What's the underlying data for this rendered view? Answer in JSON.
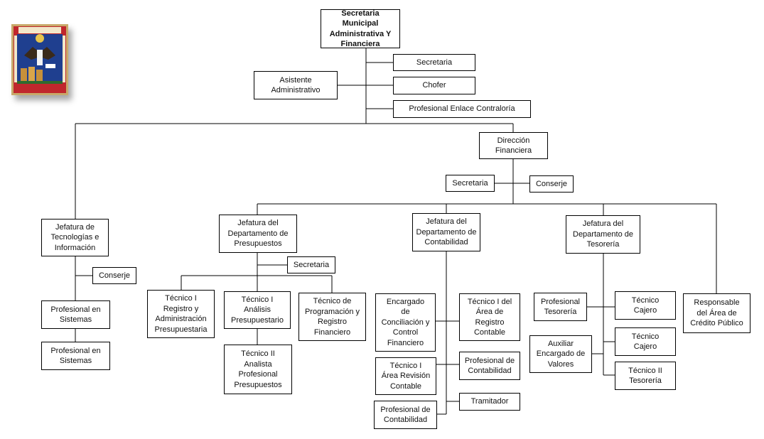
{
  "logo": {
    "name": "municipal-coat-of-arms",
    "colors": {
      "frame": "#c8a96a",
      "field": "#c0272d",
      "shield": "#1f3f8f",
      "accent": "#e6c44c"
    }
  },
  "nodes": [
    {
      "id": "secretaria-municipal",
      "label": "Secretaria Municipal\nAdministrativa Y\nFinanciera"
    },
    {
      "id": "secretaria-top",
      "label": "Secretaria"
    },
    {
      "id": "asistente-administrativo",
      "label": "Asistente\nAdministrativo"
    },
    {
      "id": "chofer",
      "label": "Chofer"
    },
    {
      "id": "profesional-enlace-contraloria",
      "label": "Profesional Enlace Contraloría"
    },
    {
      "id": "direccion-financiera",
      "label": "Dirección\nFinanciera"
    },
    {
      "id": "secretaria-direccion",
      "label": "Secretaria"
    },
    {
      "id": "conserje-direccion",
      "label": "Conserje"
    },
    {
      "id": "jefatura-tecnologias",
      "label": "Jefatura de\nTecnologías e\nInformación"
    },
    {
      "id": "conserje-tecnologias",
      "label": "Conserje"
    },
    {
      "id": "profesional-sistemas-1",
      "label": "Profesional en\nSistemas"
    },
    {
      "id": "profesional-sistemas-2",
      "label": "Profesional en\nSistemas"
    },
    {
      "id": "jefatura-presupuestos",
      "label": "Jefatura del\nDepartamento de\nPresupuestos"
    },
    {
      "id": "secretaria-presupuestos",
      "label": "Secretaria"
    },
    {
      "id": "tecnico-registro-administracion",
      "label": "Técnico I\nRegistro y\nAdministración\nPresupuestaria"
    },
    {
      "id": "tecnico-analisis",
      "label": "Técnico I\nAnálisis\nPresupuestario"
    },
    {
      "id": "tecnico-programacion",
      "label": "Técnico  de\nProgramación y\nRegistro\nFinanciero"
    },
    {
      "id": "tecnico-analista",
      "label": "Técnico II\nAnalista\nProfesional\nPresupuestos"
    },
    {
      "id": "jefatura-contabilidad",
      "label": "Jefatura del\nDepartamento de\nContabilidad"
    },
    {
      "id": "encargado-conciliacion",
      "label": "Encargado\nde\nConciliación y\nControl\nFinanciero"
    },
    {
      "id": "tecnico-registro-contable",
      "label": "Técnico I del\nÁrea de\nRegistro\nContable"
    },
    {
      "id": "tecnico-revision",
      "label": "Técnico I\nÁrea Revisión\nContable"
    },
    {
      "id": "profesional-contabilidad-right",
      "label": "Profesional de\nContabilidad"
    },
    {
      "id": "tramitador",
      "label": "Tramitador"
    },
    {
      "id": "profesional-contabilidad-left",
      "label": "Profesional de\nContabilidad"
    },
    {
      "id": "jefatura-tesoreria",
      "label": "Jefatura del\nDepartamento de\nTesorería"
    },
    {
      "id": "profesional-tesoreria",
      "label": "Profesional\nTesorería"
    },
    {
      "id": "tecnico-cajero-1",
      "label": "Técnico\nCajero"
    },
    {
      "id": "auxiliar-valores",
      "label": "Auxiliar\nEncargado de\nValores"
    },
    {
      "id": "tecnico-cajero-2",
      "label": "Técnico\nCajero"
    },
    {
      "id": "tecnico-tesoreria",
      "label": "Técnico II\nTesorería"
    },
    {
      "id": "responsable-credito",
      "label": "Responsable\ndel Área de\nCrédito Público"
    }
  ]
}
